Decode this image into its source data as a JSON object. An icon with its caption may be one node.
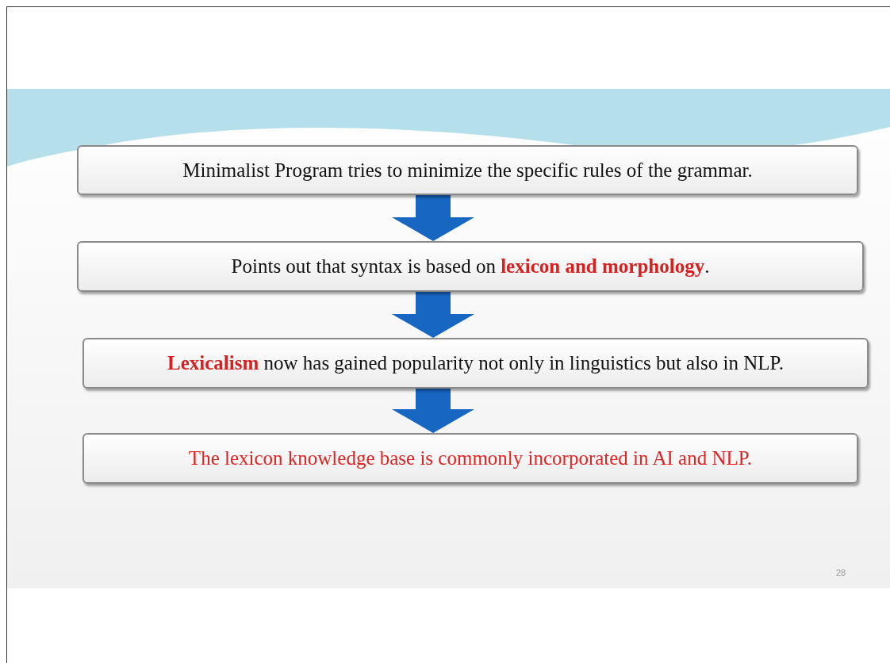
{
  "diagram": {
    "nodes": [
      {
        "text": [
          "Minimalist Program tries to minimize the specific rules of the grammar."
        ]
      },
      {
        "text": [
          "Points out that syntax is based on **lexicon and morphology**."
        ]
      },
      {
        "text": [
          "**Lexicalism** now has gained popularity not only in linguistics but also in NLP."
        ]
      },
      {
        "text": [
          "The lexicon knowledge base is commonly incorporated in AI and NLP."
        ]
      }
    ],
    "edges": [
      {
        "from": 0,
        "to": 1,
        "arrow": "to"
      },
      {
        "from": 1,
        "to": 2,
        "arrow": "to"
      },
      {
        "from": 2,
        "to": 3,
        "arrow": "to"
      }
    ],
    "labels": [
      "28"
    ]
  }
}
